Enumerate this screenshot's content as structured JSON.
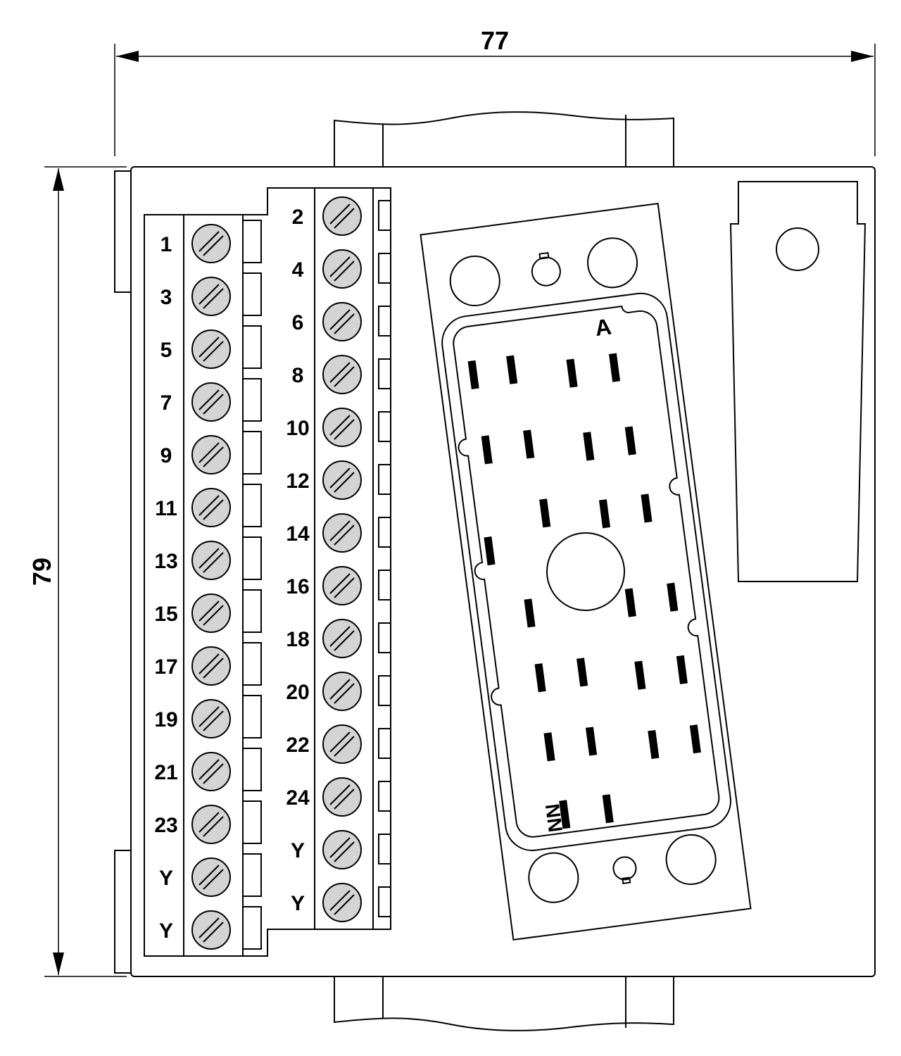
{
  "dimensions": {
    "width_label": "77",
    "height_label": "79"
  },
  "terminal_block_left": {
    "labels": [
      "1",
      "3",
      "5",
      "7",
      "9",
      "11",
      "13",
      "15",
      "17",
      "19",
      "21",
      "23",
      "Y",
      "Y"
    ]
  },
  "terminal_block_right": {
    "labels": [
      "2",
      "4",
      "6",
      "8",
      "10",
      "12",
      "14",
      "16",
      "18",
      "20",
      "22",
      "24",
      "Y",
      "Y"
    ]
  },
  "connector": {
    "pin_a_label": "A",
    "pin_last_label": "NN"
  },
  "colors": {
    "screw_fill": "#d4d4d4",
    "line": "#000000"
  }
}
